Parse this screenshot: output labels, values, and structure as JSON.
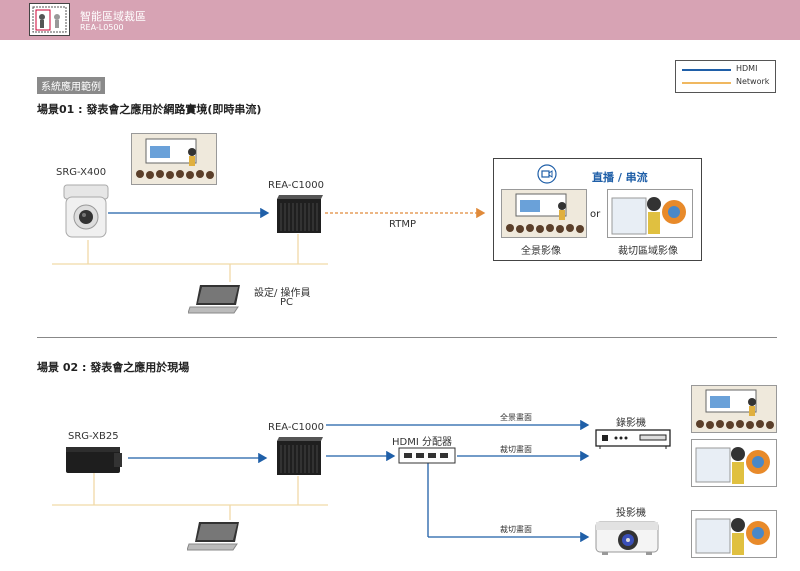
{
  "header": {
    "title": "智能區域裁區",
    "subtitle": "REA-L0500"
  },
  "legend": {
    "hdmi": "HDMI",
    "network": "Network",
    "hdmi_color": "#1f5fa8",
    "network_color": "#f0b860"
  },
  "section": {
    "title": "系統應用範例"
  },
  "scene1": {
    "title": "場景01 : 發表會之應用於網路實境(即時串流)",
    "camera": "SRG-X400",
    "device": "REA-C1000",
    "protocol": "RTMP",
    "pc_label_line1": "設定/ 操作員",
    "pc_label_line2": "PC",
    "stream_title": "直播 / 串流",
    "or": "or",
    "panorama": "全景影像",
    "cropped": "裁切區域影像"
  },
  "scene2": {
    "title": "場景 02 : 發表會之應用於現場",
    "camera": "SRG-XB25",
    "device": "REA-C1000",
    "splitter": "HDMI 分配器",
    "feed_full": "全景畫面",
    "feed_crop1": "裁切畫面",
    "feed_crop2": "裁切畫面",
    "recorder": "錄影機",
    "projector": "投影機"
  }
}
